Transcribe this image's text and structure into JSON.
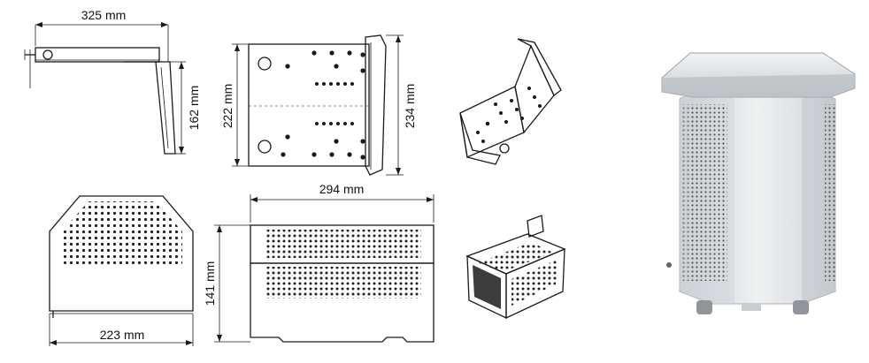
{
  "dimensions": {
    "bracket_width": "325 mm",
    "bracket_height": "162 mm",
    "plate_height_inner": "222 mm",
    "plate_height_outer": "234 mm",
    "housing_width": "294 mm",
    "housing_height": "141 mm",
    "front_width": "223 mm"
  },
  "colors": {
    "line": "#1a1a1a",
    "dot": "#222222",
    "housing_body": "#e6e8ea",
    "housing_shadow": "#b9bec3",
    "housing_lid": "#d9dcdf"
  }
}
